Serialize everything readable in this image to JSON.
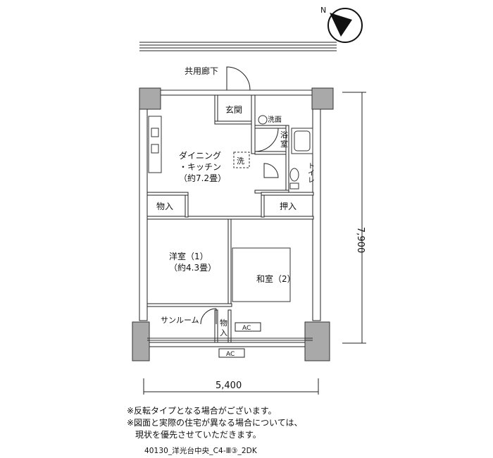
{
  "compass": {
    "label": "N"
  },
  "plan": {
    "corridor": "共用廊下",
    "rooms": {
      "genkan": "玄関",
      "senmen": "洗面",
      "yoku_1": "浴",
      "yoku_2": "室",
      "toilet": "トイレ",
      "dk_1": "ダイニング",
      "dk_2": "・キッチン",
      "dk_3": "（約7.2畳）",
      "sen": "洗",
      "monoire_1": "物入",
      "oshiire": "押入",
      "yoshitsu_1": "洋室（1）",
      "yoshitsu_2": "（約4.3畳）",
      "washitsu": "和室（2）",
      "sunroom": "サンルーム",
      "monoire_2a": "物",
      "monoire_2b": "入",
      "ac_1": "AC",
      "ac_2": "AC"
    },
    "dimensions": {
      "width": "5,400",
      "depth": "7,900"
    }
  },
  "notes": [
    "※反転タイプとなる場合がございます。",
    "※図面と実際の住宅が異なる場合については、",
    "現状を優先させていただきます。"
  ],
  "code": "40130_洋光台中央_C4-Ⅲ③_2DK"
}
